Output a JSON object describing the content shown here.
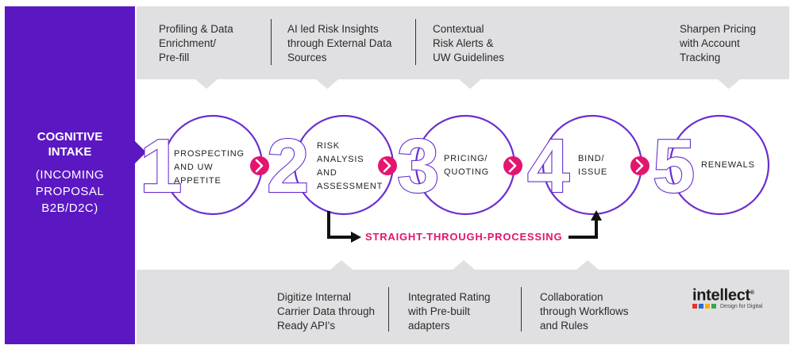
{
  "left_panel": {
    "title_line1": "COGNITIVE",
    "title_line2": "INTAKE",
    "sub_line1": "(INCOMING",
    "sub_line2": "PROPOSAL",
    "sub_line3": "B2B/D2C)"
  },
  "top_items": [
    {
      "line1": "Profiling & Data",
      "line2": "Enrichment/",
      "line3": "Pre-fill"
    },
    {
      "line1": "AI led Risk Insights",
      "line2": "through External Data",
      "line3": "Sources"
    },
    {
      "line1": "Contextual",
      "line2": "Risk Alerts &",
      "line3": "UW Guidelines"
    },
    {
      "line1": "Sharpen Pricing",
      "line2": "with Account",
      "line3": "Tracking"
    }
  ],
  "stages": [
    {
      "number": "1",
      "line1": "PROSPECTING",
      "line2": "AND UW",
      "line3": "APPETITE"
    },
    {
      "number": "2",
      "line1": "RISK",
      "line2": "ANALYSIS",
      "line3": "AND",
      "line4": "ASSESSMENT"
    },
    {
      "number": "3",
      "line1": "PRICING/",
      "line2": "QUOTING"
    },
    {
      "number": "4",
      "line1": "BIND/",
      "line2": "ISSUE"
    },
    {
      "number": "5",
      "line1": "RENEWALS"
    }
  ],
  "stp_label": "STRAIGHT-THROUGH-PROCESSING",
  "bottom_items": [
    {
      "line1": "Digitize Internal",
      "line2": "Carrier Data through",
      "line3": "Ready API's"
    },
    {
      "line1": "Integrated Rating",
      "line2": "with Pre-built",
      "line3": "adapters"
    },
    {
      "line1": "Collaboration",
      "line2": "through Workflows",
      "line3": "and Rules"
    }
  ],
  "logo": {
    "word": "intellect",
    "mark": "®",
    "tagline": "Design for Digital"
  },
  "colors": {
    "purple": "#5b18c2",
    "stage_outline": "#6a2fd0",
    "accent_pink": "#e2156f",
    "band_gray": "#e0e0e2"
  },
  "icons": [
    "chevron-right-icon",
    "elbow-arrow-icon"
  ]
}
